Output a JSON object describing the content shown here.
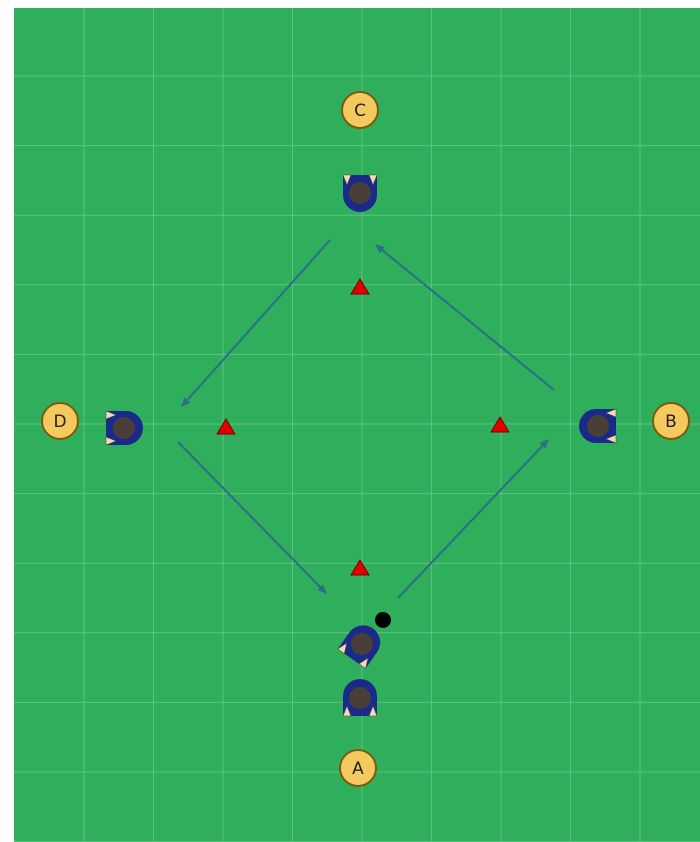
{
  "diagram": {
    "colors": {
      "pitch": "#2faf5b",
      "grid": "#5cc47e",
      "station_fill": "#f4c95d",
      "station_stroke": "#7a5a10",
      "cone": "#e00000",
      "pass_arrow": "#2a6e8c",
      "player_shirt": "#1a2a8a",
      "player_head": "#4a3f38",
      "player_hand": "#f2dcb8",
      "ball": "#000000"
    },
    "stations": [
      {
        "id": "station-a",
        "label": "A"
      },
      {
        "id": "station-b",
        "label": "B"
      },
      {
        "id": "station-c",
        "label": "C"
      },
      {
        "id": "station-d",
        "label": "D"
      }
    ],
    "players": [
      {
        "id": "player-c",
        "facing": "down"
      },
      {
        "id": "player-b",
        "facing": "left"
      },
      {
        "id": "player-d",
        "facing": "right"
      },
      {
        "id": "player-a-with-ball",
        "facing": "up-right",
        "has_ball": true
      },
      {
        "id": "player-a",
        "facing": "up"
      }
    ],
    "cones": [
      "cone-top",
      "cone-left",
      "cone-right",
      "cone-bottom"
    ],
    "passes": [
      {
        "from": "station-a",
        "to": "station-b",
        "icon": "pass-arrow-icon"
      },
      {
        "from": "station-b",
        "to": "station-c",
        "icon": "pass-arrow-icon"
      },
      {
        "from": "station-c",
        "to": "station-d",
        "icon": "pass-arrow-icon"
      },
      {
        "from": "station-d",
        "to": "station-a",
        "icon": "pass-arrow-icon"
      }
    ]
  }
}
